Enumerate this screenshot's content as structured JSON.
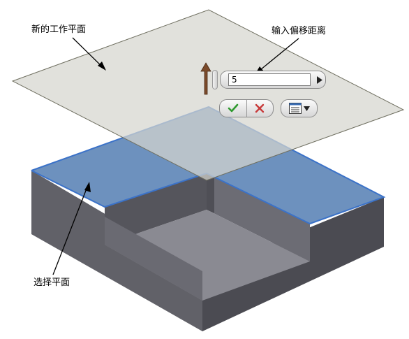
{
  "callouts": {
    "new_work_plane": "新的工作平面",
    "enter_offset_distance": "输入偏移距离",
    "select_plane": "选择平面"
  },
  "toolbar": {
    "offset_value": "5"
  },
  "icons": {
    "direction": "flip-direction-arrow-icon",
    "step": "play-right-arrow-icon",
    "confirm": "checkmark-icon",
    "cancel": "x-cancel-icon",
    "options": "options-list-icon",
    "dropdown": "dropdown-triangle-icon"
  },
  "colors": {
    "work_plane": "#d9d8d3",
    "selected_face": "#6b8fbd",
    "selected_edge": "#3d73c6",
    "block_side_left": "#5f5f67",
    "block_side_right": "#4c4c54",
    "pocket_floor": "#8b8b93",
    "confirm_green": "#2e9a2e",
    "cancel_red": "#c83a3a",
    "arrow_brown": "#7a4a2a"
  }
}
